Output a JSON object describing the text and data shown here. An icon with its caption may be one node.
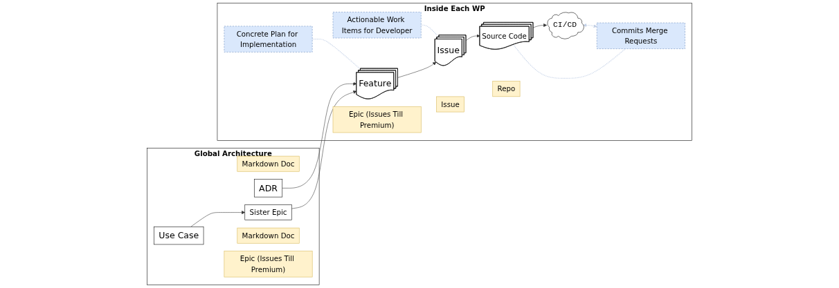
{
  "diagram": {
    "nodes": [
      {
        "text": [
          "Global Architecture"
        ]
      },
      {
        "text": [
          "Markdown Doc"
        ],
        "in": 0
      },
      {
        "text": [
          "ADR"
        ],
        "in": 0
      },
      {
        "text": [
          "Use Case"
        ],
        "in": 0
      },
      {
        "text": [
          "Sister Epic"
        ],
        "in": 0
      },
      {
        "text": [
          "Markdown Doc"
        ],
        "in": 0
      },
      {
        "text": [
          "Epic (Issues Till Premium)"
        ],
        "in": 0
      },
      {
        "text": [
          "Inside Each WP"
        ]
      },
      {
        "text": [
          "Concrete Plan for Implementation"
        ],
        "in": 7
      },
      {
        "text": [
          "Actionable Work Items for Developer"
        ],
        "in": 7
      },
      {
        "text": [
          "Commits Merge Requests"
        ],
        "in": 7
      },
      {
        "text": [
          "Feature"
        ],
        "in": 7
      },
      {
        "text": [
          "Issue"
        ],
        "in": 7
      },
      {
        "text": [
          "Source Code"
        ],
        "in": 7
      },
      {
        "text": [
          "CI/CD"
        ],
        "in": 7
      },
      {
        "text": [
          "Epic (Issues Till Premium)"
        ],
        "in": 7
      },
      {
        "text": [
          "Issue"
        ],
        "in": 7
      },
      {
        "text": [
          "Repo"
        ],
        "in": 7
      }
    ],
    "edges": [
      {
        "from": 2,
        "to": 11,
        "arrow": "to"
      },
      {
        "from": 3,
        "to": 4,
        "arrow": "to"
      },
      {
        "from": 4,
        "to": 11,
        "arrow": "to"
      },
      {
        "from": 11,
        "to": 12,
        "arrow": "to"
      },
      {
        "from": 12,
        "to": 13,
        "arrow": "to"
      },
      {
        "from": 13,
        "to": 14,
        "arrow": "to"
      },
      {
        "from": 8,
        "to": 11,
        "arrow": "none",
        "style": "dashed",
        "color": "#c3d0e6"
      },
      {
        "from": 9,
        "to": 12,
        "arrow": "none",
        "style": "dashed",
        "color": "#c3d0e6"
      },
      {
        "from": 10,
        "to": 13,
        "arrow": "none",
        "style": "dashed",
        "color": "#c3d0e6"
      },
      {
        "from": 14,
        "to": 10,
        "arrow": "both",
        "style": "dashed",
        "color": "#c3d0e6"
      }
    ]
  }
}
